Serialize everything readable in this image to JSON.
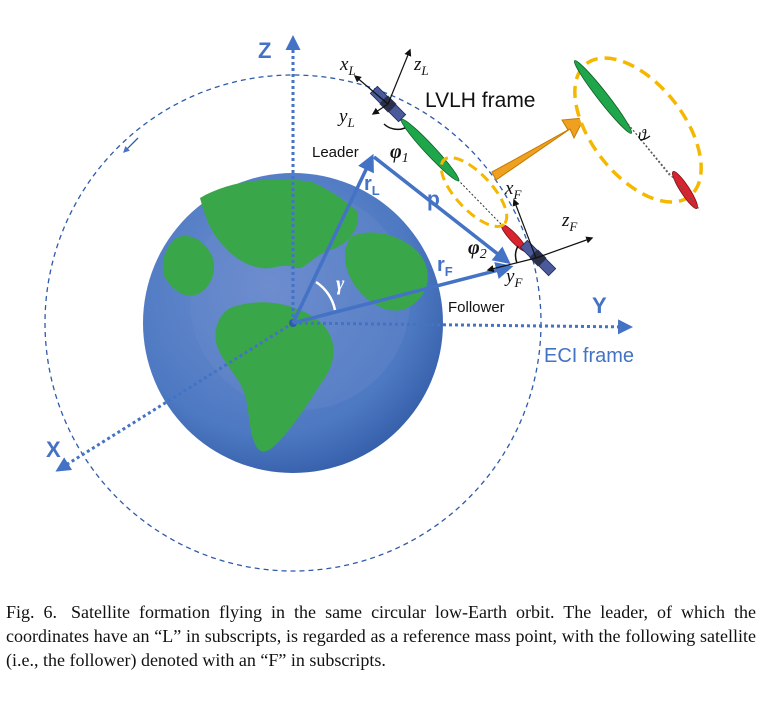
{
  "diagram": {
    "axes": {
      "z": "Z",
      "y": "Y",
      "x": "X"
    },
    "frames": {
      "eci": "ECI frame",
      "lvlh": "LVLH frame"
    },
    "satellites": {
      "leader": "Leader",
      "follower": "Follower"
    },
    "leader_axes": {
      "x": "x",
      "x_sub": "L",
      "y": "y",
      "y_sub": "L",
      "z": "z",
      "z_sub": "L"
    },
    "follower_axes": {
      "x": "x",
      "x_sub": "F",
      "y": "y",
      "y_sub": "F",
      "z": "z",
      "z_sub": "F"
    },
    "vectors": {
      "rL": "r",
      "rL_sub": "L",
      "rF": "r",
      "rF_sub": "F",
      "p": "p"
    },
    "angles": {
      "gamma": "γ",
      "phi1": "φ",
      "phi1_sub": "1",
      "phi2": "φ",
      "phi2_sub": "2",
      "theta": "ϑ"
    },
    "colors": {
      "blue": "#4472c4",
      "orange": "#f5b800",
      "arrow_orange": "#f0a020",
      "ocean": "#4d79c2",
      "land": "#3aa64a",
      "green": "#1fa64a",
      "red": "#d9232e",
      "panel": "#4a5a9a"
    }
  },
  "caption": {
    "label": "Fig. 6.",
    "text": "Satellite formation flying in the same circular low-Earth orbit. The leader, of which the coordinates have an “L” in subscripts, is regarded as a reference mass point, with the following satellite (i.e., the follower) denoted with an “F” in subscripts."
  }
}
